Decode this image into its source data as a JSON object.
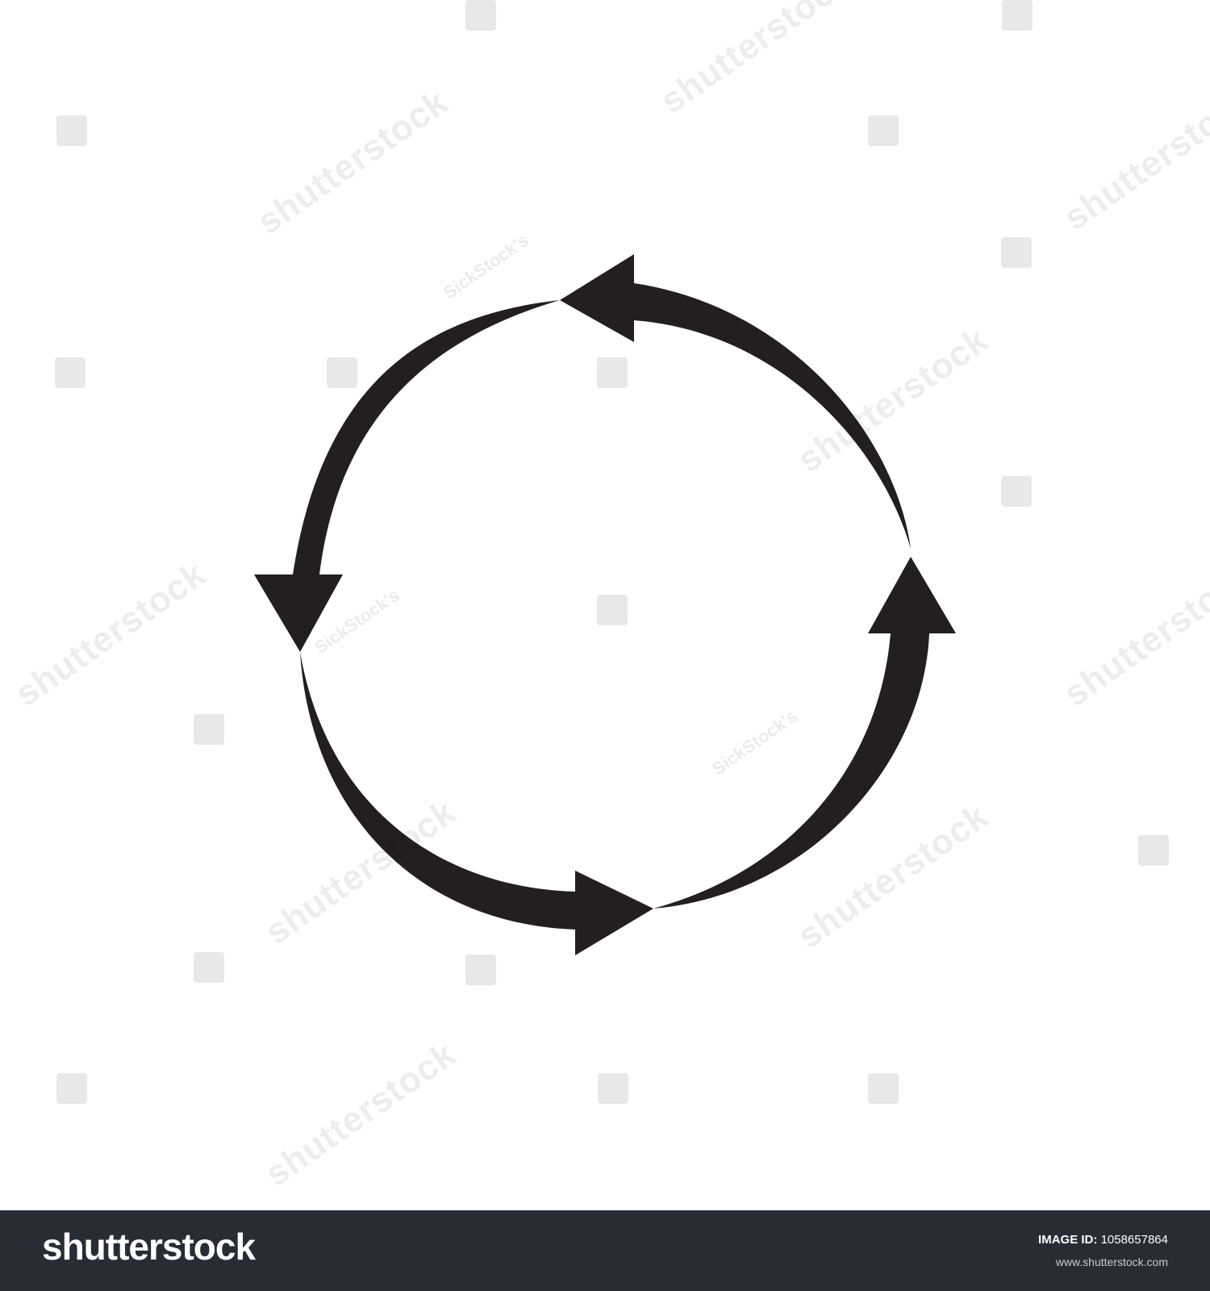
{
  "artwork": {
    "subject": "four-arrows-cycle-icon",
    "arrow_color": "#231f20",
    "background_color": "#ffffff"
  },
  "watermark": {
    "brand_text": "shutterstock",
    "contributor_text": "SickStock's"
  },
  "footer": {
    "background_color": "#282c35",
    "logo_text": "shutterstock",
    "image_id_label": "IMAGE ID:",
    "image_id_value": "1058657864",
    "site_url": "www.shutterstock.com"
  }
}
